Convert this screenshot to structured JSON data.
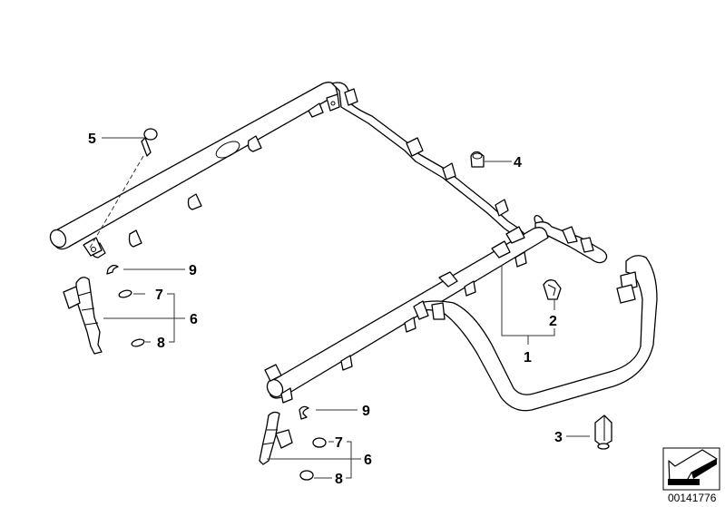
{
  "diagram": {
    "type": "exploded parts diagram",
    "subject": "fuel injection rails with injectors and hoses",
    "callouts": [
      {
        "id": "1",
        "label": "1",
        "part": "fuel rail assembly"
      },
      {
        "id": "2",
        "label": "2",
        "part": "hose clip"
      },
      {
        "id": "3",
        "label": "3",
        "part": "hose clamp"
      },
      {
        "id": "4",
        "label": "4",
        "part": "nut / cap"
      },
      {
        "id": "5",
        "label": "5",
        "part": "bolt"
      },
      {
        "id": "6a",
        "label": "6",
        "part": "fuel injector (upper)"
      },
      {
        "id": "7a",
        "label": "7",
        "part": "o-ring (upper)"
      },
      {
        "id": "8a",
        "label": "8",
        "part": "o-ring (upper)"
      },
      {
        "id": "9a",
        "label": "9",
        "part": "retaining clip (upper)"
      },
      {
        "id": "6b",
        "label": "6",
        "part": "fuel injector (lower)"
      },
      {
        "id": "7b",
        "label": "7",
        "part": "o-ring (lower)"
      },
      {
        "id": "8b",
        "label": "8",
        "part": "o-ring (lower)"
      },
      {
        "id": "9b",
        "label": "9",
        "part": "retaining clip (lower)"
      }
    ],
    "diagram_number": "00141776",
    "logo_icon": "arrow-navigation-icon"
  }
}
